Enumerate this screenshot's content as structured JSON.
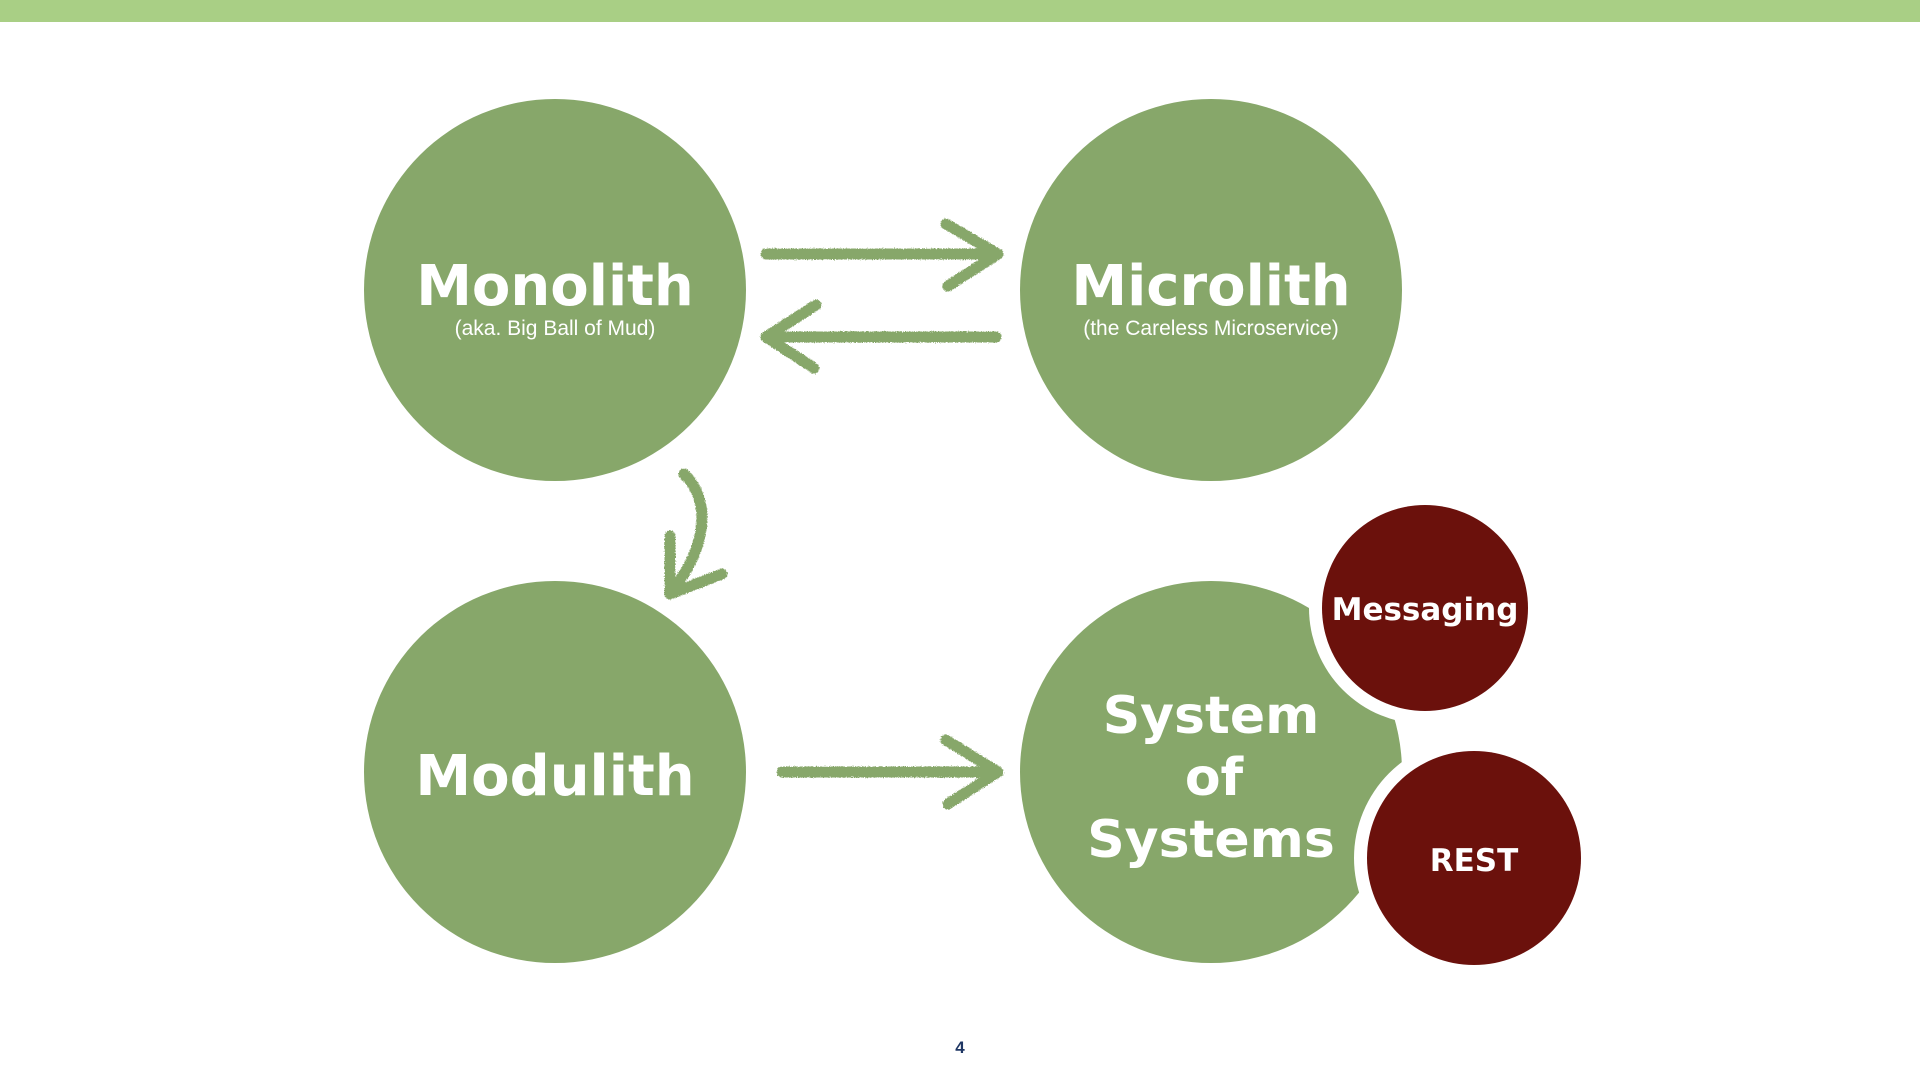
{
  "colors": {
    "top_bar": "#a9cf85",
    "node_fill": "#87a76a",
    "arrow": "#87a76a",
    "badge_fill": "#6b110c",
    "badge_ring": "#ffffff",
    "text": "#ffffff",
    "page_number": "#1f3764"
  },
  "nodes": {
    "monolith": {
      "title": "Monolith",
      "subtitle": "(aka. Big Ball of Mud)"
    },
    "microlith": {
      "title": "Microlith",
      "subtitle": "(the Careless Microservice)"
    },
    "modulith": {
      "title": "Modulith"
    },
    "system_of_systems": {
      "line1": "System",
      "line2": "of",
      "line3": "Systems"
    }
  },
  "badges": {
    "messaging": "Messaging",
    "rest": "REST"
  },
  "arrows": [
    {
      "from": "Monolith",
      "to": "Microlith",
      "icon": "arrow-right-icon"
    },
    {
      "from": "Microlith",
      "to": "Monolith",
      "icon": "arrow-left-icon"
    },
    {
      "from": "Monolith",
      "to": "Modulith",
      "icon": "curved-arrow-down-icon"
    },
    {
      "from": "Modulith",
      "to": "System of Systems",
      "icon": "arrow-right-icon"
    }
  ],
  "footer": {
    "page_number": "4"
  }
}
